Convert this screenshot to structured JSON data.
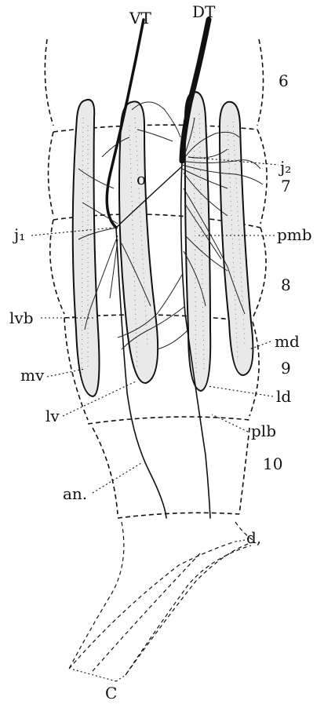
{
  "labels": {
    "vt": "VT",
    "dt": "DT",
    "seg6": "6",
    "seg7": "7",
    "seg8": "8",
    "seg9": "9",
    "seg10": "10",
    "j2": "j₂",
    "o": "o",
    "j1": "j₁",
    "pmb": "pmb",
    "lvb": "lvb",
    "md": "md",
    "mv": "mv",
    "ld": "ld",
    "lv": "lv",
    "plb": "plb",
    "an": "an.",
    "d": "d,",
    "c": "C"
  }
}
